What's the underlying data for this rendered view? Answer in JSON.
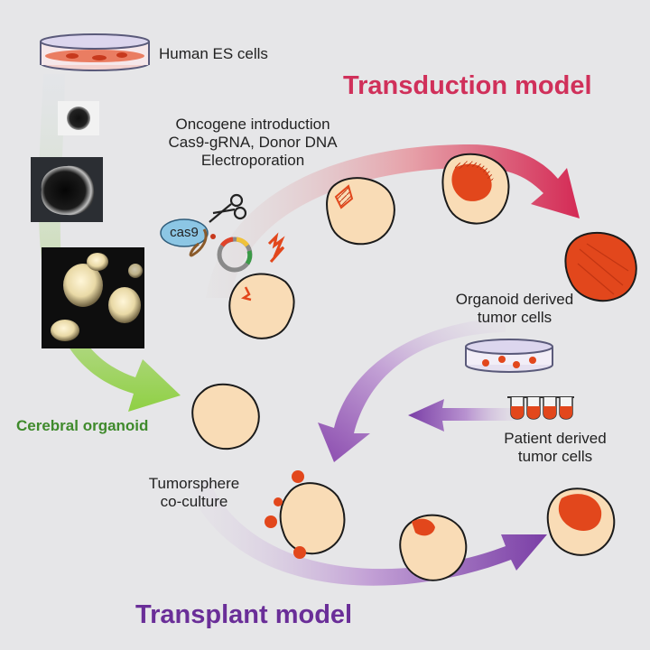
{
  "labels": {
    "human_es_cells": "Human ES cells",
    "transduction_title": "Transduction model",
    "oncogene_line1": "Oncogene introduction",
    "oncogene_line2": "Cas9-gRNA, Donor DNA",
    "oncogene_line3": "Electroporation",
    "cas9": "cas9",
    "organoid_derived_line1": "Organoid derived",
    "organoid_derived_line2": "tumor cells",
    "patient_derived_line1": "Patient derived",
    "patient_derived_line2": "tumor cells",
    "cerebral_organoid": "Cerebral organoid",
    "tumorsphere_line1": "Tumorsphere",
    "tumorsphere_line2": "co-culture",
    "transplant_title": "Transplant model"
  },
  "colors": {
    "background": "#e6e6e8",
    "transduction": "#d0305a",
    "transplant": "#6a2e98",
    "cerebral": "#3f8a2c",
    "organoid_fill": "#f9dcb6",
    "tumor": "#e2471c",
    "cas9_blob": "#8cc6e4",
    "green_arrow": "#9fd64f"
  }
}
